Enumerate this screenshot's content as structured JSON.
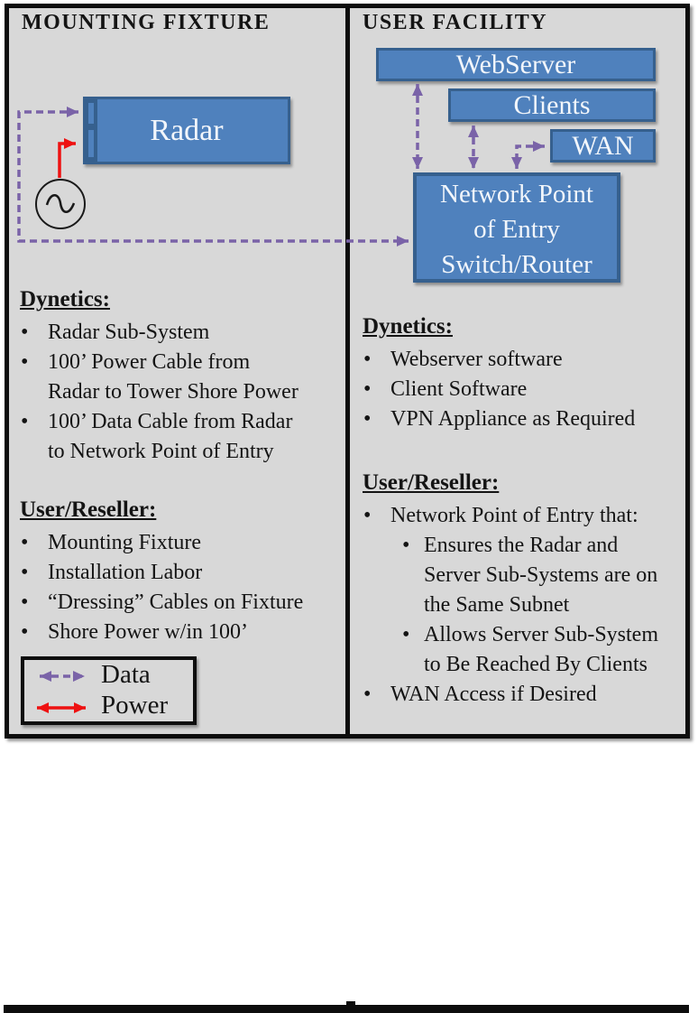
{
  "colors": {
    "page_bg": "#ffffff",
    "panel_bg": "#d8d8d8",
    "box_fill": "#4f81bd",
    "box_border": "#36608e",
    "box_text": "#f2f6fb",
    "data_purple": "#7a63a8",
    "power_red": "#ee1111",
    "line_black": "#0d0d0d",
    "text_black": "#141414"
  },
  "left_panel": {
    "title": "MOUNTING FIXTURE",
    "radar_label": "Radar",
    "dynetics_heading": "Dynetics:",
    "dynetics_items": [
      {
        "text": "Radar Sub-System"
      },
      {
        "text": "100’ Power Cable from"
      },
      {
        "text": "Radar to Tower Shore Power"
      },
      {
        "text": "100’ Data Cable from Radar"
      },
      {
        "text": "to Network Point of Entry"
      }
    ],
    "user_heading": "User/Reseller:",
    "user_items": [
      {
        "text": "Mounting Fixture"
      },
      {
        "text": "Installation Labor"
      },
      {
        "text": "“Dressing” Cables on Fixture"
      },
      {
        "text": "Shore Power w/in 100’"
      }
    ],
    "legend": {
      "data_label": "Data",
      "power_label": "Power"
    }
  },
  "right_panel": {
    "title": "USER FACILITY",
    "webserver_label": "WebServer",
    "clients_label": "Clients",
    "wan_label": "WAN",
    "network_lines": [
      "Network Point",
      "of Entry",
      "Switch/Router"
    ],
    "dynetics_heading": "Dynetics:",
    "dynetics_items": [
      {
        "text": "Webserver software"
      },
      {
        "text": "Client Software"
      },
      {
        "text": "VPN Appliance as Required"
      }
    ],
    "user_heading": "User/Reseller:",
    "user_items": [
      {
        "text": "Network Point of Entry that:"
      },
      {
        "text": "Ensures the Radar and"
      },
      {
        "text": "Server Sub-Systems are on"
      },
      {
        "text": "the Same Subnet"
      },
      {
        "text": "Allows Server Sub-System"
      },
      {
        "text": "to Be Reached By Clients"
      },
      {
        "text": "WAN Access if Desired"
      }
    ]
  }
}
